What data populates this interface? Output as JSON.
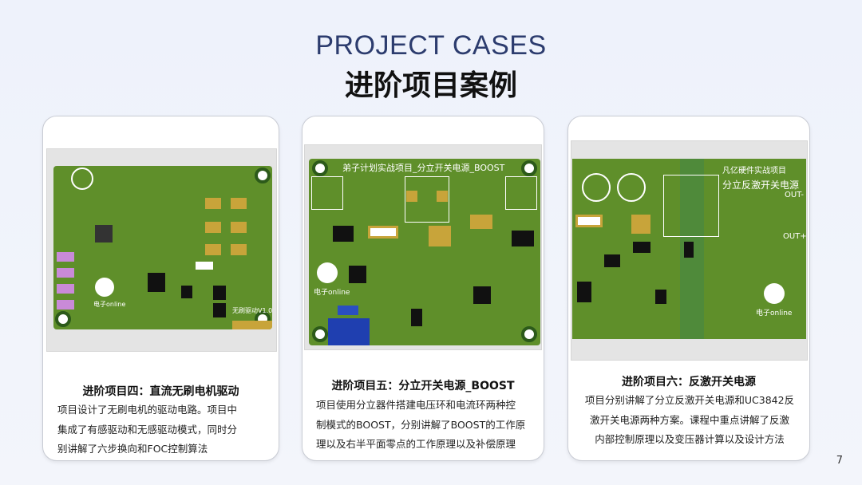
{
  "header": {
    "title_en": "PROJECT CASES",
    "title_cn": "进阶项目案例"
  },
  "cards": [
    {
      "title": "进阶项目四：直流无刷电机驱动",
      "desc": [
        "项目设计了无刷电机的驱动电路。项目中",
        "集成了有感驱动和无感驱动模式，同时分",
        "别讲解了六步换向和FOC控制算法"
      ],
      "pcb_labels": [
        "电子online",
        "无刷驱动V1.0"
      ]
    },
    {
      "title": "进阶项目五：分立开关电源_BOOST",
      "desc": [
        "项目使用分立器件搭建电压环和电流环两种控",
        "制模式的BOOST，分别讲解了BOOST的工作原",
        "理以及右半平面零点的工作原理以及补偿原理"
      ],
      "pcb_labels": [
        "弟子计划实战项目_分立开关电源_BOOST",
        "电子online"
      ]
    },
    {
      "title": "进阶项目六：反激开关电源",
      "desc": [
        "项目分别讲解了分立反激开关电源和UC3842反",
        "激开关电源两种方案。课程中重点讲解了反激",
        "内部控制原理以及变压器计算以及设计方法"
      ],
      "pcb_labels": [
        "凡亿硬件实战项目",
        "分立反激开关电源",
        "OUT-",
        "OUT+",
        "电子online"
      ]
    }
  ],
  "page_number": "7",
  "colors": {
    "title_en": "#2c3c6e",
    "pcb_green": "#5f8f2a"
  }
}
